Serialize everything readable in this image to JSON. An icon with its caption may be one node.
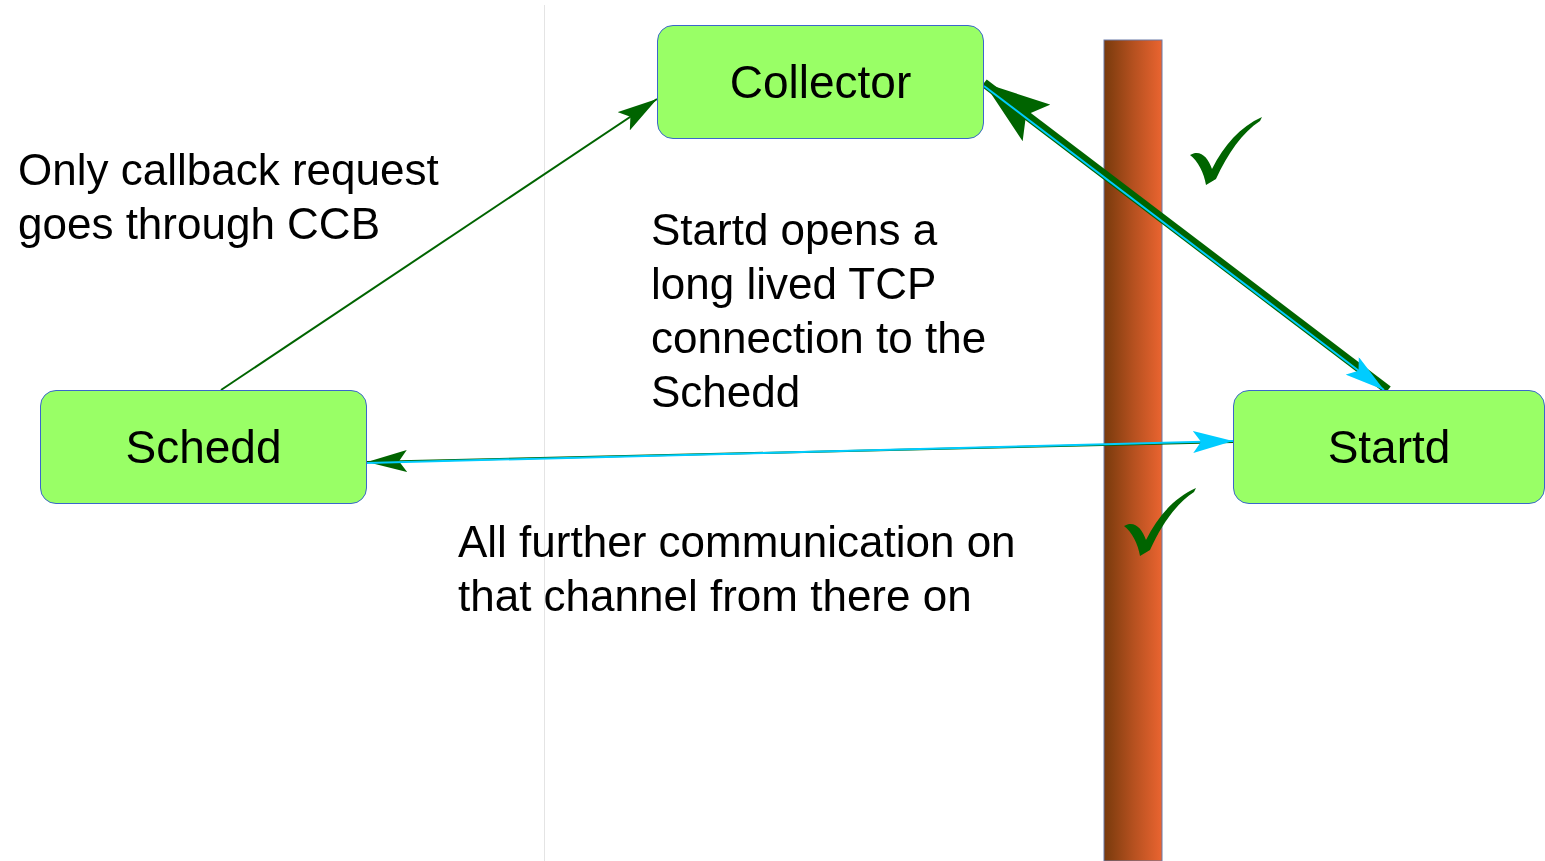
{
  "diagram": {
    "nodes": [
      {
        "text": [
          "Collector"
        ]
      },
      {
        "text": [
          "Schedd"
        ]
      },
      {
        "text": [
          "Startd"
        ]
      }
    ],
    "edges": [
      {
        "from": 1,
        "to": 0,
        "arrow": "to"
      },
      {
        "from": 2,
        "to": 0,
        "arrow": "to",
        "style": "thick"
      },
      {
        "from": 0,
        "to": 2,
        "arrow": "to",
        "color": "#00ccff"
      },
      {
        "from": 2,
        "to": 1,
        "arrow": "to"
      },
      {
        "from": 1,
        "to": 2,
        "arrow": "to",
        "color": "#00ccff"
      }
    ],
    "labels": [
      "Only callback request goes through CCB",
      "Startd opens a long lived TCP connection to the Schedd",
      "All further communication on that channel from there on"
    ]
  }
}
